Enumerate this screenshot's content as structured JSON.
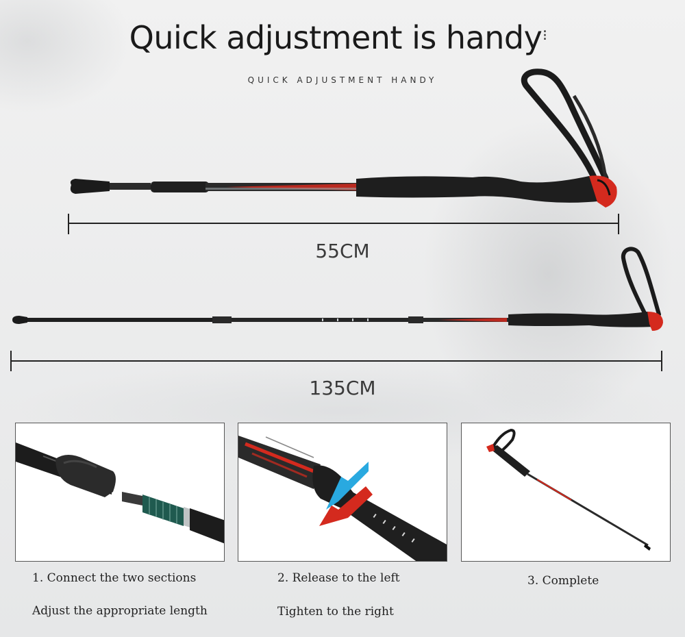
{
  "heading": {
    "title": "Quick adjustment is handy",
    "subtitle": "QUICK ADJUSTMENT HANDY"
  },
  "measurements": {
    "short_length": "55CM",
    "long_length": "135CM"
  },
  "steps": [
    {
      "line1": "1. Connect the two sections",
      "line2": "Adjust the appropriate length"
    },
    {
      "line1": "2. Release to the left",
      "line2": "Tighten to the right"
    },
    {
      "line1": "3. Complete"
    }
  ],
  "colors": {
    "accent_red": "#d42a1e",
    "accent_blue": "#29a9e0",
    "pole_black": "#1b1b1b"
  }
}
